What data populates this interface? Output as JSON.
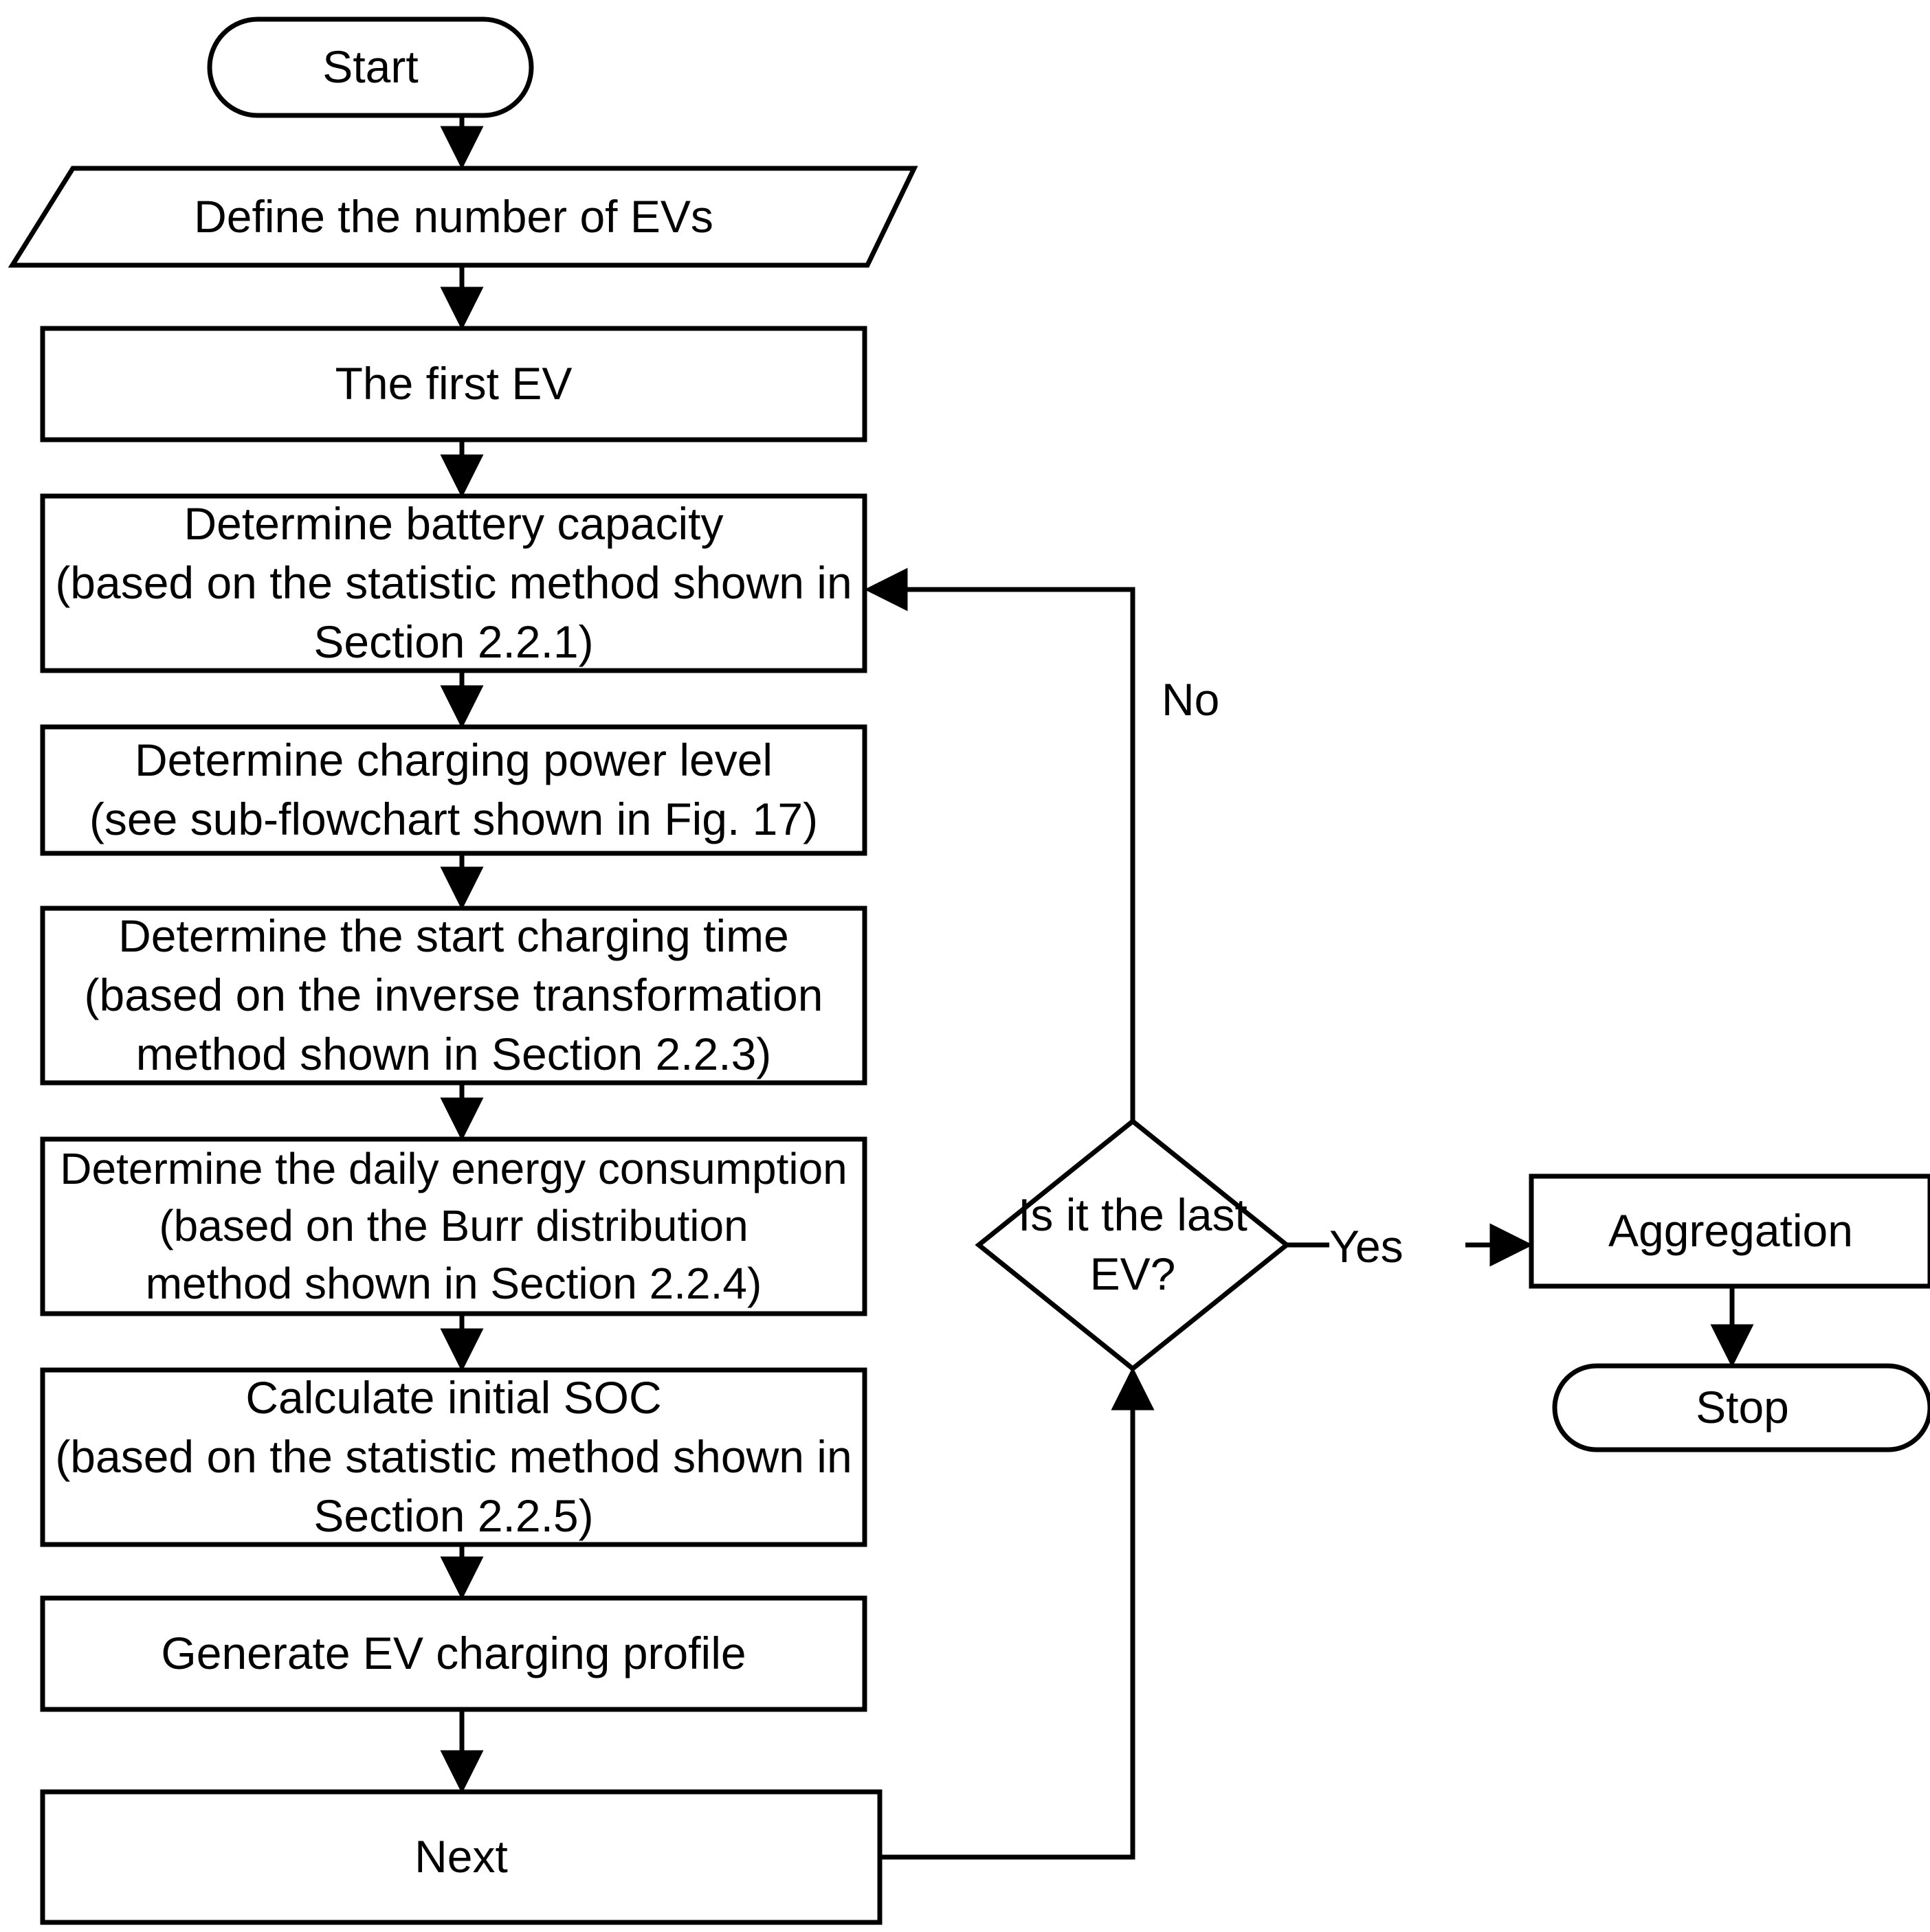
{
  "diagram": {
    "type": "flowchart",
    "title": "EV charging profile generation flowchart",
    "stroke_color": "#000000",
    "fill_color": "#ffffff",
    "nodes": [
      {
        "id": "start",
        "shape": "terminator",
        "label": "Start"
      },
      {
        "id": "define_evs",
        "shape": "parallelogram",
        "label": "Define the number of EVs"
      },
      {
        "id": "first_ev",
        "shape": "rectangle",
        "label": "The first EV"
      },
      {
        "id": "battery",
        "shape": "rectangle",
        "label": "Determine battery capacity\n(based on the statistic method shown in\nSection 2.2.1)"
      },
      {
        "id": "power_level",
        "shape": "rectangle",
        "label": "Determine charging power level\n(see sub-flowchart shown in Fig. 17)"
      },
      {
        "id": "start_time",
        "shape": "rectangle",
        "label": "Determine the start charging time\n(based on the inverse transformation\nmethod shown in Section 2.2.3)"
      },
      {
        "id": "daily_energy",
        "shape": "rectangle",
        "label": "Determine the daily energy consumption\n(based on the Burr distribution\nmethod shown in Section 2.2.4)"
      },
      {
        "id": "initial_soc",
        "shape": "rectangle",
        "label": "Calculate initial SOC\n(based on the statistic method shown in\nSection 2.2.5)"
      },
      {
        "id": "profile",
        "shape": "rectangle",
        "label": "Generate EV charging profile"
      },
      {
        "id": "next",
        "shape": "rectangle",
        "label": "Next"
      },
      {
        "id": "decision",
        "shape": "diamond",
        "label": "Is it the last\nEV?"
      },
      {
        "id": "aggregation",
        "shape": "rectangle",
        "label": "Aggregation"
      },
      {
        "id": "stop",
        "shape": "terminator",
        "label": "Stop"
      }
    ],
    "edges": [
      {
        "from": "start",
        "to": "define_evs",
        "label": ""
      },
      {
        "from": "define_evs",
        "to": "first_ev",
        "label": ""
      },
      {
        "from": "first_ev",
        "to": "battery",
        "label": ""
      },
      {
        "from": "battery",
        "to": "power_level",
        "label": ""
      },
      {
        "from": "power_level",
        "to": "start_time",
        "label": ""
      },
      {
        "from": "start_time",
        "to": "daily_energy",
        "label": ""
      },
      {
        "from": "daily_energy",
        "to": "initial_soc",
        "label": ""
      },
      {
        "from": "initial_soc",
        "to": "profile",
        "label": ""
      },
      {
        "from": "profile",
        "to": "next",
        "label": ""
      },
      {
        "from": "next",
        "to": "decision",
        "label": ""
      },
      {
        "from": "decision",
        "to": "battery",
        "label": "No"
      },
      {
        "from": "decision",
        "to": "aggregation",
        "label": "Yes"
      },
      {
        "from": "aggregation",
        "to": "stop",
        "label": ""
      }
    ],
    "edge_labels": {
      "no": "No",
      "yes": "Yes"
    }
  }
}
